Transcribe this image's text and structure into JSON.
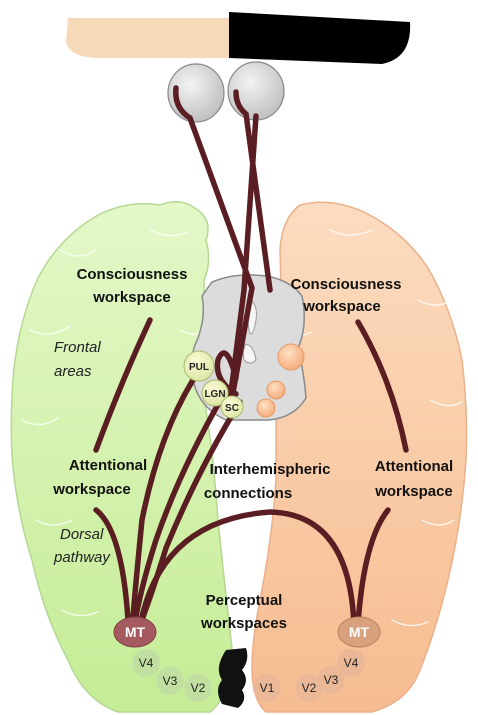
{
  "colors": {
    "left_hemisphere": "#d3f2ae",
    "right_hemisphere": "#f8c9a3",
    "midbrain": "#d9d9d9",
    "fibers": "#7a2a30",
    "mt_left": "#a55a5f",
    "mt_right": "#d8a27e"
  },
  "left": {
    "consciousness": [
      "Consciousness",
      "workspace"
    ],
    "frontal": [
      "Frontal",
      "areas"
    ],
    "attentional": [
      "Attentional",
      "workspace"
    ],
    "dorsal": [
      "Dorsal",
      "pathway"
    ],
    "mt": "MT",
    "v4": "V4",
    "v3": "V3",
    "v2": "V2"
  },
  "right": {
    "consciousness": [
      "Consciousness",
      "workspace"
    ],
    "attentional": [
      "Attentional",
      "workspace"
    ],
    "mt": "MT",
    "v1": "V1",
    "v2": "V2",
    "v3": "V3",
    "v4": "V4"
  },
  "center": {
    "interhemispheric": [
      "Interhemispheric",
      "connections"
    ],
    "perceptual": [
      "Perceptual",
      "workspaces"
    ],
    "pul": "PUL",
    "lgn": "LGN",
    "sc": "SC"
  }
}
